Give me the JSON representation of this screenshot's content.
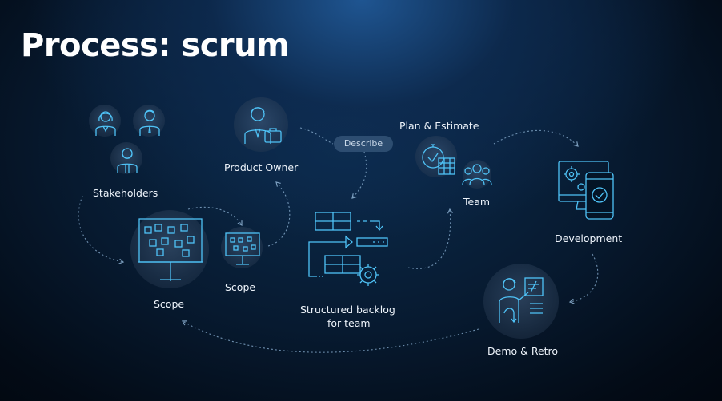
{
  "title": "Process: scrum",
  "nodes": {
    "stakeholders": "Stakeholders",
    "product_owner": "Product Owner",
    "describe": "Describe",
    "plan_estimate": "Plan & Estimate",
    "team": "Team",
    "development": "Development",
    "scope_large": "Scope",
    "scope_small": "Scope",
    "backlog_line1": "Structured backlog",
    "backlog_line2": "for team",
    "demo_retro": "Demo & Retro"
  },
  "colors": {
    "accent": "#4fc3f7",
    "text": "#eef4fb",
    "background": "#030b16"
  }
}
